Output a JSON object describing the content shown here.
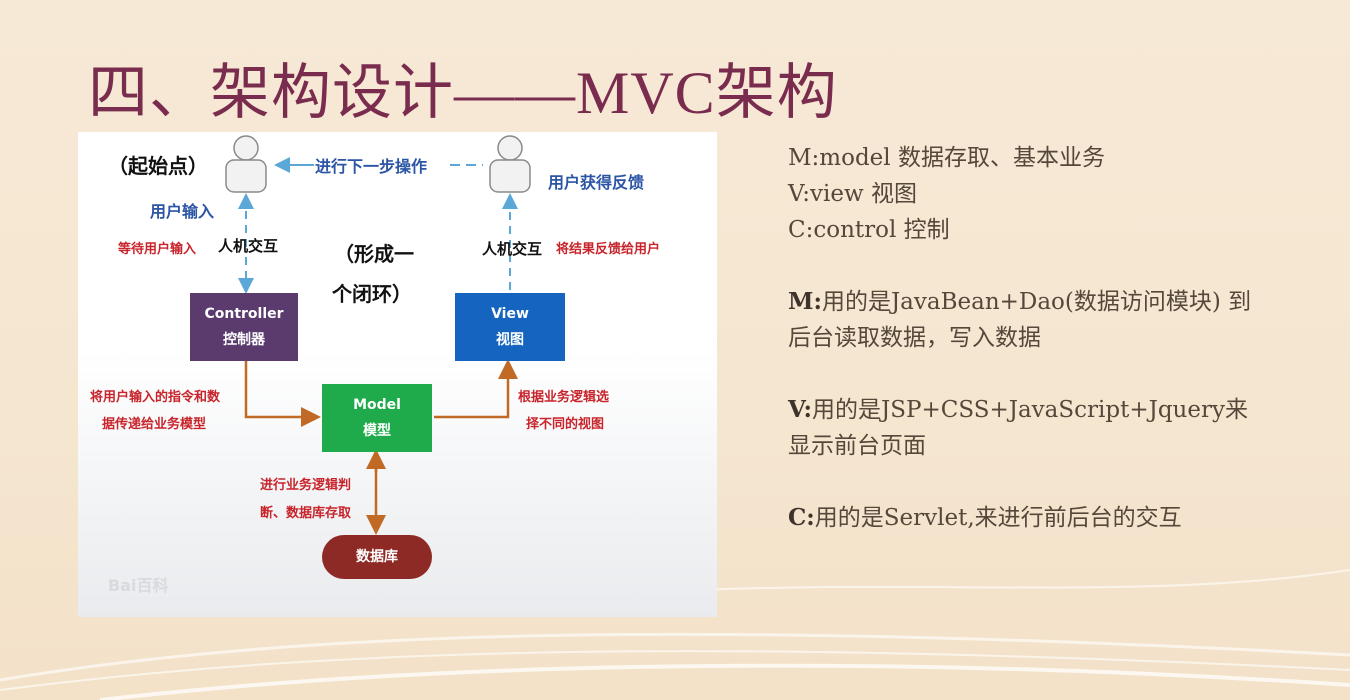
{
  "slide": {
    "title_main": "四、架构设计",
    "title_dash": "——",
    "title_sub": "MVC架构"
  },
  "diagram": {
    "start_point": "（起始点）",
    "next_step": "进行下一步操作",
    "user_feedback": "用户获得反馈",
    "user_input": "用户输入",
    "hci_left": "人机交互",
    "wait_input": "等待用户输入",
    "loop_line1": "（形成一",
    "loop_line2": "个闭环）",
    "hci_right": "人机交互",
    "feedback_result": "将结果反馈给用户",
    "controller": {
      "name": "Controller",
      "cn": "控制器"
    },
    "view": {
      "name": "View",
      "cn": "视图"
    },
    "model": {
      "name": "Model",
      "cn": "模型"
    },
    "database": "数据库",
    "ctrl_to_model_1": "将用户输入的指令和数",
    "ctrl_to_model_2": "据传递给业务模型",
    "model_to_view_1": "根据业务逻辑选",
    "model_to_view_2": "择不同的视图",
    "model_db_1": "进行业务逻辑判",
    "model_db_2": "断、数据库存取",
    "watermark": "Bai百科",
    "colors": {
      "controller": "#5b3a6e",
      "view": "#1565c0",
      "model": "#1faa4b",
      "database": "#8e2a25",
      "arrow": "#c06a25",
      "dashed": "#5aa7d8"
    }
  },
  "notes": {
    "mvc_m": "M:model 数据存取、基本业务",
    "mvc_v": "V:view 视图",
    "mvc_c": "C:control 控制",
    "m_label": "M:",
    "m_text": "用的是JavaBean+Dao(数据访问模块) 到后台读取数据，写入数据",
    "v_label": "V:",
    "v_text": "用的是JSP+CSS+JavaScript+Jquery来显示前台页面",
    "c_label": "C:",
    "c_text": "用的是Servlet,来进行前后台的交互"
  }
}
